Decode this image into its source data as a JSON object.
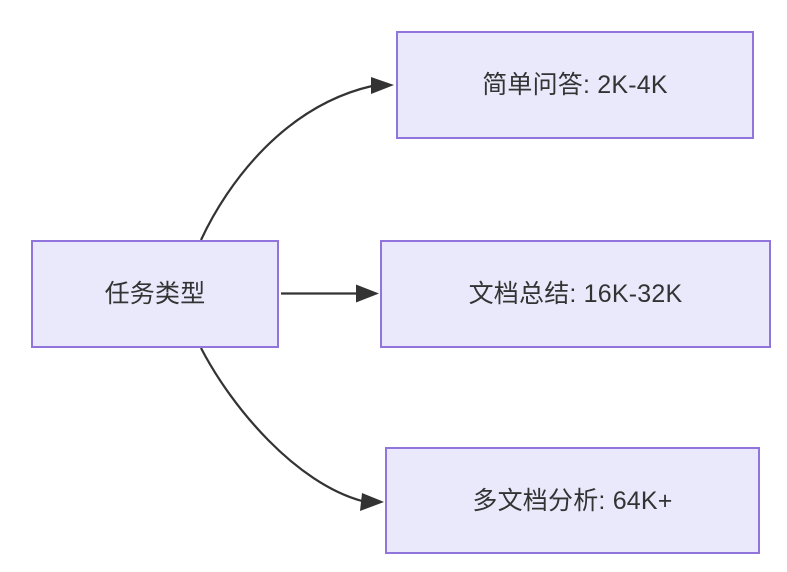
{
  "diagram": {
    "title_node": {
      "id": "node-source",
      "label": "任务类型"
    },
    "nodes": [
      {
        "id": "node-simple-qa",
        "label": "简单问答: 2K-4K",
        "task": "简单问答",
        "range": "2K-4K"
      },
      {
        "id": "node-doc-summary",
        "label": "文档总结: 16K-32K",
        "task": "文档总结",
        "range": "16K-32K"
      },
      {
        "id": "node-multi-doc",
        "label": "多文档分析: 64K+",
        "task": "多文档分析",
        "range": "64K+"
      }
    ],
    "edges": [
      {
        "from": "任务类型",
        "to": "简单问答: 2K-4K",
        "label": "",
        "style": "curved",
        "arrow": "arrowhead-icon"
      },
      {
        "from": "任务类型",
        "to": "文档总结: 16K-32K",
        "label": "",
        "style": "straight",
        "arrow": "arrowhead-icon"
      },
      {
        "from": "任务类型",
        "to": "多文档分析: 64K+",
        "label": "",
        "style": "curved",
        "arrow": "arrowhead-icon"
      }
    ],
    "colors": {
      "node_fill": "#eae8fb",
      "node_border": "#9175dc",
      "text": "#333333",
      "edge": "#333333",
      "background": "#ffffff"
    }
  }
}
